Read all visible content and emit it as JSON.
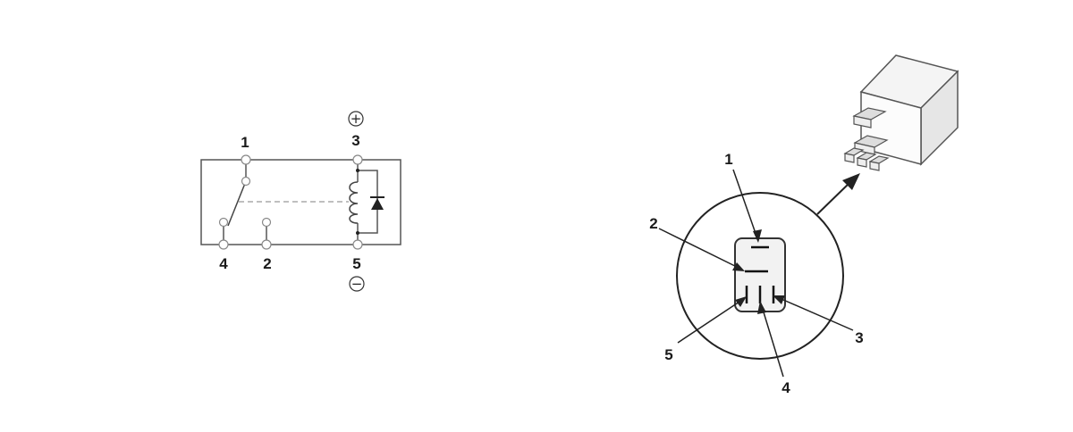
{
  "schematic": {
    "pins": {
      "pin1": "1",
      "pin2": "2",
      "pin3": "3",
      "pin4": "4",
      "pin5": "5"
    },
    "polarity": {
      "positive": "+",
      "negative": "−"
    }
  },
  "connector": {
    "pins": {
      "pin1": "1",
      "pin2": "2",
      "pin3": "3",
      "pin4": "4",
      "pin5": "5"
    }
  }
}
